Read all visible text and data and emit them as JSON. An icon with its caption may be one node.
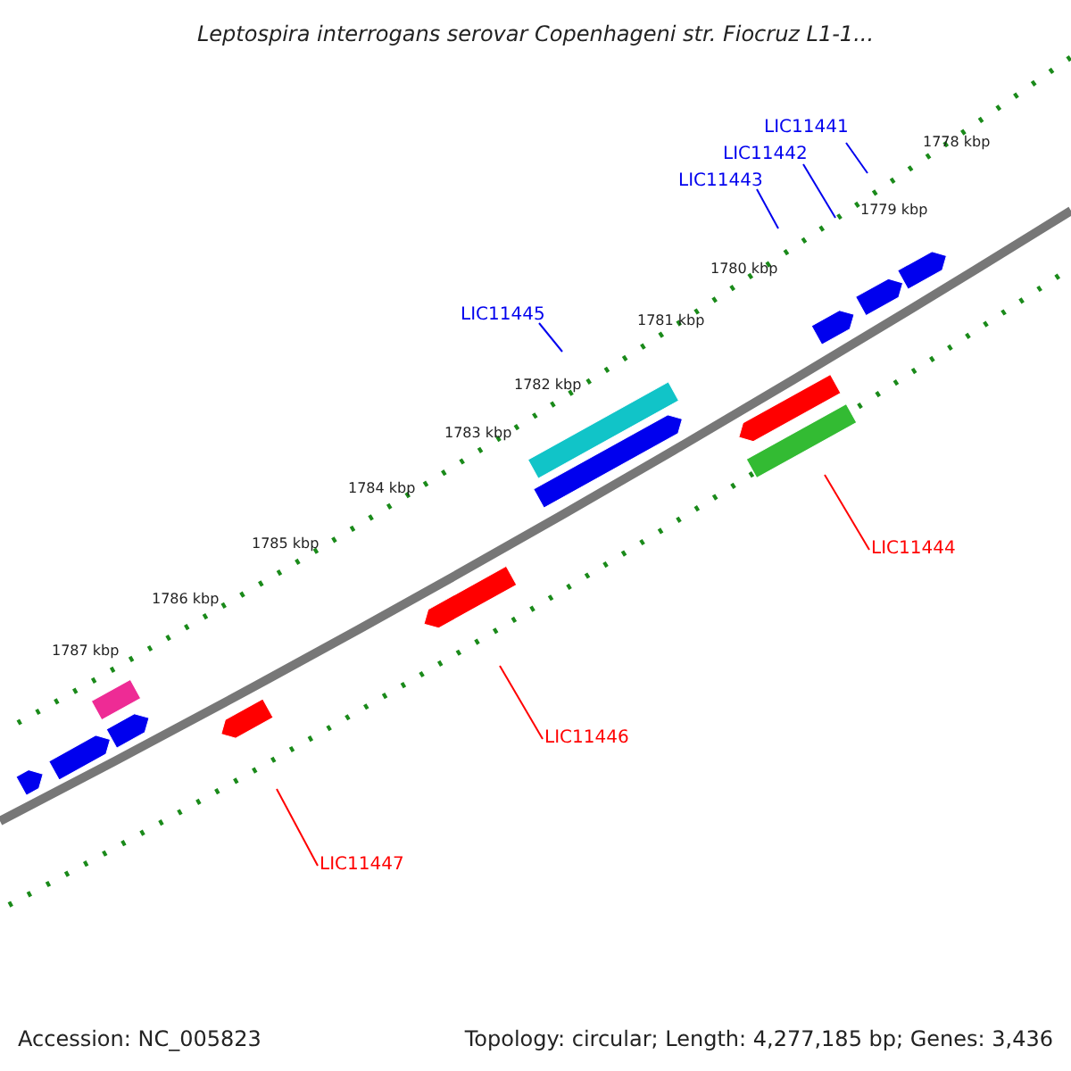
{
  "diagram": {
    "title": "Leptospira interrogans serovar Copenhageni str. Fiocruz L1-1...",
    "nodes": [
      {
        "text": [
          "LIC11441"
        ]
      },
      {
        "text": [
          "LIC11442"
        ]
      },
      {
        "text": [
          "LIC11443"
        ]
      },
      {
        "text": [
          "LIC11445"
        ]
      },
      {
        "text": [
          "LIC11444"
        ]
      },
      {
        "text": [
          "LIC11446"
        ]
      },
      {
        "text": [
          "LIC11447"
        ]
      }
    ],
    "edges": [
      {
        "from": 0,
        "to": null,
        "arrow": "none"
      },
      {
        "from": 1,
        "to": null,
        "arrow": "none"
      },
      {
        "from": 2,
        "to": null,
        "arrow": "none"
      },
      {
        "from": 3,
        "to": null,
        "arrow": "none"
      },
      {
        "from": 4,
        "to": null,
        "arrow": "none",
        "color": "#ff0000"
      },
      {
        "from": 5,
        "to": null,
        "arrow": "none",
        "color": "#ff0000"
      },
      {
        "from": 6,
        "to": null,
        "arrow": "none",
        "color": "#ff0000"
      }
    ],
    "labels": [
      "1778 kbp",
      "1779 kbp",
      "1780 kbp",
      "1781 kbp",
      "1782 kbp",
      "1783 kbp",
      "1784 kbp",
      "1785 kbp",
      "1786 kbp",
      "1787 kbp",
      "Accession: NC_005823",
      "Topology: circular; Length: 4,277,185 bp; Genes: 3,436"
    ]
  }
}
